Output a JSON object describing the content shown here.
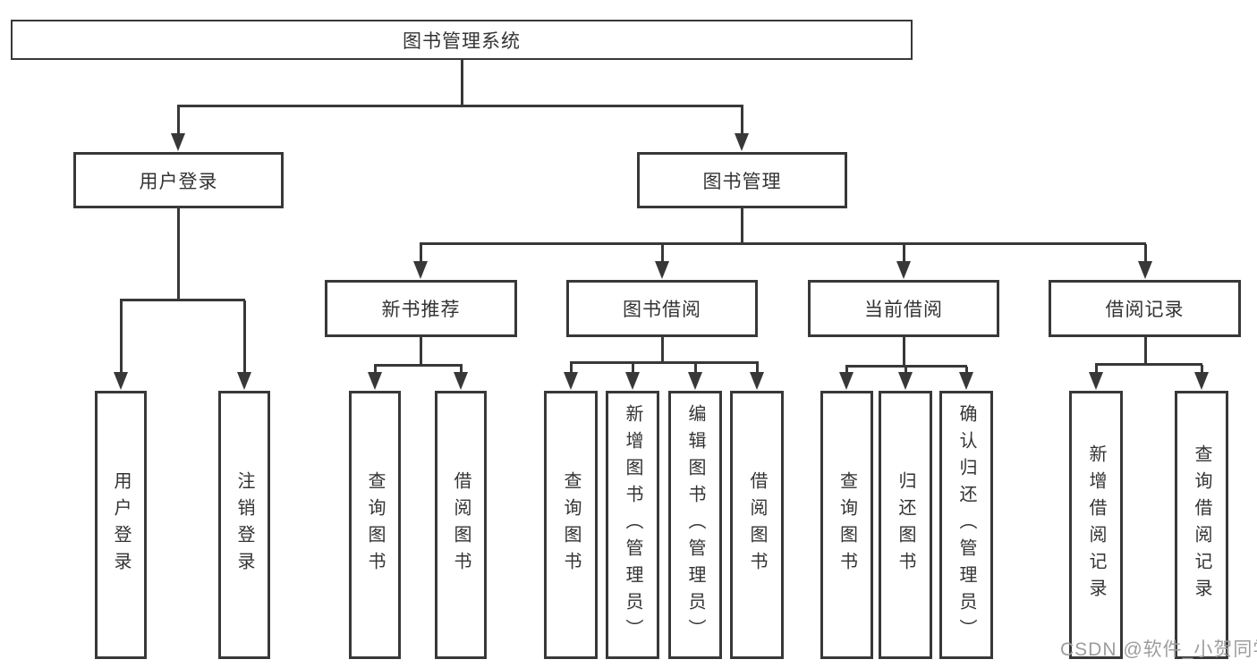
{
  "tree": {
    "root": "图书管理系统",
    "children": [
      {
        "label": "用户登录",
        "children": [
          {
            "label": "用户登录"
          },
          {
            "label": "注销登录"
          }
        ]
      },
      {
        "label": "图书管理",
        "children": [
          {
            "label": "新书推荐",
            "children": [
              {
                "label": "查询图书"
              },
              {
                "label": "借阅图书"
              }
            ]
          },
          {
            "label": "图书借阅",
            "children": [
              {
                "label": "查询图书"
              },
              {
                "label": "新增图书（管理员）"
              },
              {
                "label": "编辑图书（管理员）"
              },
              {
                "label": "借阅图书"
              }
            ]
          },
          {
            "label": "当前借阅",
            "children": [
              {
                "label": "查询图书"
              },
              {
                "label": "归还图书"
              },
              {
                "label": "确认归还（管理员）"
              }
            ]
          },
          {
            "label": "借阅记录",
            "children": [
              {
                "label": "新增借阅记录"
              },
              {
                "label": "查询借阅记录"
              }
            ]
          }
        ]
      }
    ]
  },
  "watermark": "CSDN @软件_小贺同学",
  "colors": {
    "line": "#383838",
    "text": "#333333",
    "watermark": "#9d9d9d",
    "background": "#ffffff"
  }
}
